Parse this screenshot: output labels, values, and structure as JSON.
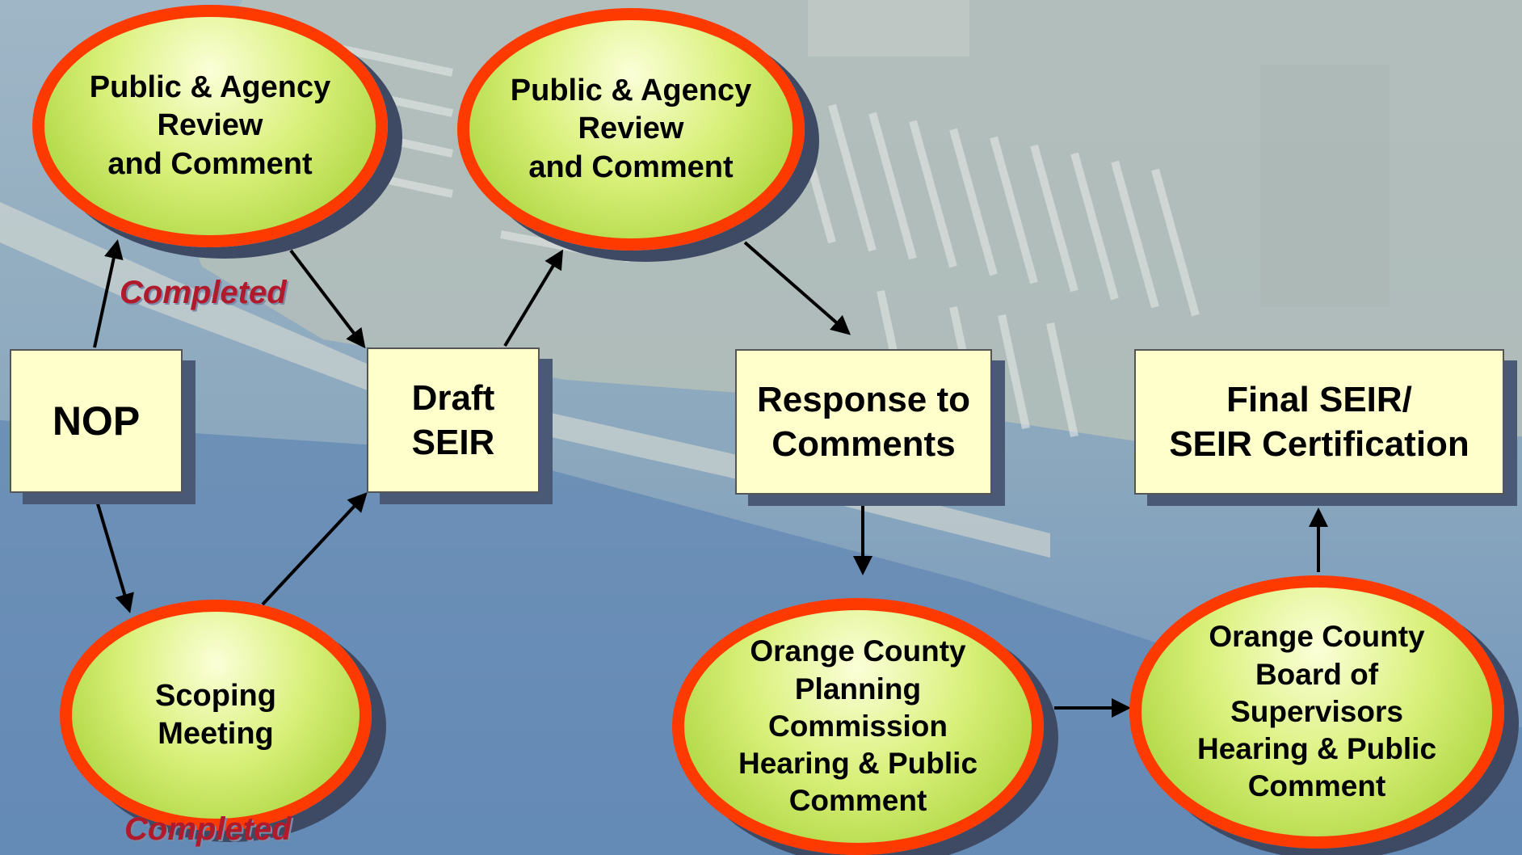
{
  "nodes": {
    "nop": "NOP",
    "draft_seir": "Draft\nSEIR",
    "response": "Response to\nComments",
    "final_seir": "Final SEIR/\nSEIR Certification",
    "review1": "Public & Agency\nReview\n and Comment",
    "review2": "Public & Agency\nReview\n and Comment",
    "scoping": "Scoping\nMeeting",
    "planning": "Orange County\nPlanning\nCommission\nHearing & Public\nComment",
    "board": "Orange County\nBoard of\nSupervisors\nHearing & Public\nComment"
  },
  "labels": {
    "completed_top": "Completed",
    "completed_bottom": "Completed"
  },
  "colors": {
    "box_fill": "#ffffcc",
    "oval_border": "#ff3a00",
    "oval_fill": "#c8e65a",
    "completed_text": "#b01a2a",
    "arrow": "#000000"
  }
}
